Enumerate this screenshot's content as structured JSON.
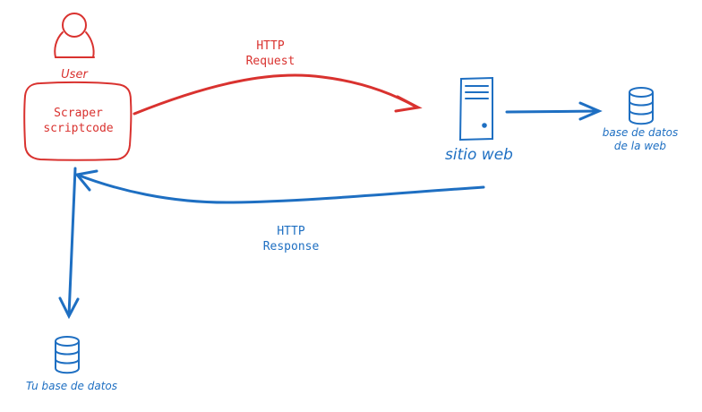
{
  "labels": {
    "user": "User",
    "scraper": "Scraper\nscriptcode",
    "http_request": "HTTP\nRequest",
    "http_response": "HTTP\nResponse",
    "website": "sitio web",
    "web_db": "base de datos\nde la web",
    "your_db": "Tu base de datos"
  },
  "colors": {
    "request": "#d9322f",
    "response": "#1e6fc2"
  }
}
